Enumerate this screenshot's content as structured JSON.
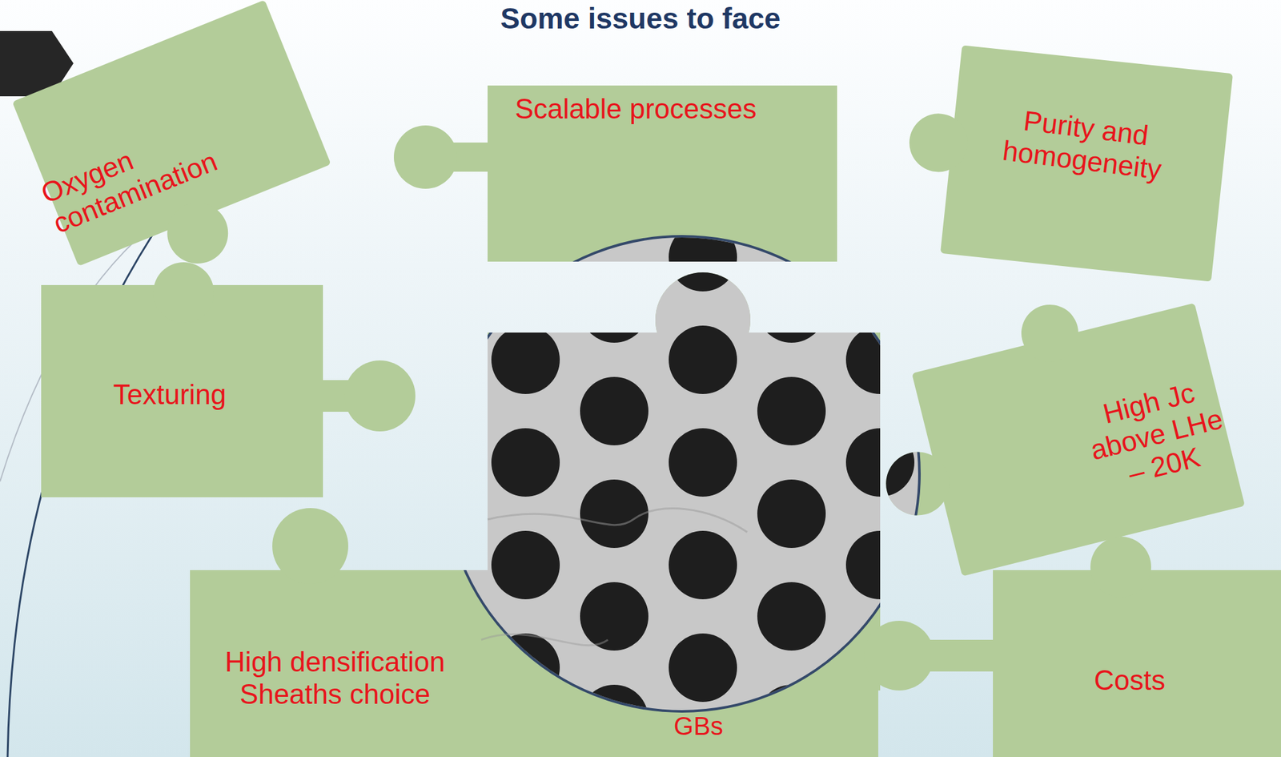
{
  "diagram": {
    "title": "Some issues to face",
    "nodes": [
      {
        "text": [
          "Oxygen contamination"
        ]
      },
      {
        "text": [
          "Scalable processes"
        ]
      },
      {
        "text": [
          "Purity and homogeneity"
        ]
      },
      {
        "text": [
          "Texturing"
        ]
      },
      {
        "text": [
          "High Jc above LHe – 20K"
        ]
      },
      {
        "text": [
          "High densification Sheaths choice"
        ]
      },
      {
        "text": [
          "Costs"
        ]
      }
    ],
    "labels": [
      "GBs"
    ]
  }
}
